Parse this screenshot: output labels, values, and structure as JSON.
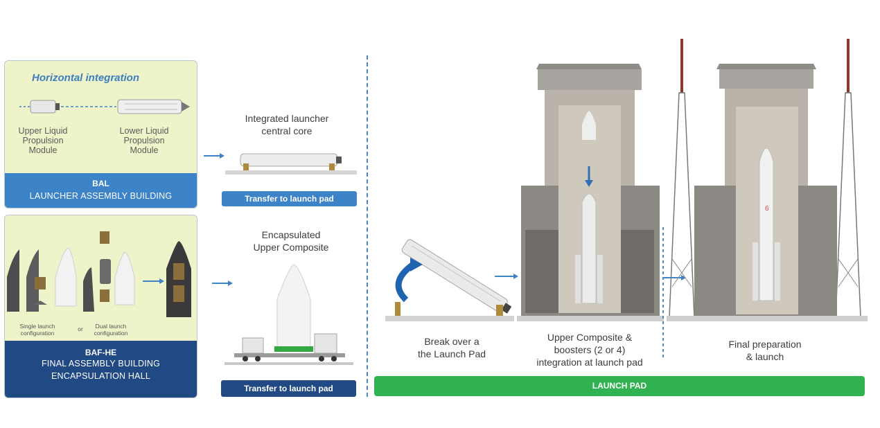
{
  "bal_panel": {
    "heading": "Horizontal integration",
    "upper_label": "Upper Liquid\nPropulsion\nModule",
    "lower_label": "Lower Liquid\nPropulsion\nModule",
    "band_title": "BAL",
    "band_subtitle": "LAUNCHER ASSEMBLY BUILDING"
  },
  "baf_panel": {
    "single_label": "Single launch\nconfiguration",
    "or_label": "or",
    "dual_label": "Dual launch\nconfiguration",
    "band_title": "BAF-HE",
    "band_line1": "FINAL ASSEMBLY BUILDING",
    "band_line2": "ENCAPSULATION HALL"
  },
  "transfer_column": {
    "core_caption": "Integrated launcher\ncentral core",
    "core_button": "Transfer to launch pad",
    "upper_caption": "Encapsulated\nUpper Composite",
    "upper_button": "Transfer to launch pad"
  },
  "launch_pad": {
    "step1": "Break over a\nthe Launch Pad",
    "step2": "Upper Composite  &\nboosters (2 or 4)\nintegration at launch pad",
    "step3": "Final preparation\n& launch",
    "bar_label": "LAUNCH PAD"
  },
  "colors": {
    "accent_blue": "#3c83c8",
    "navy": "#214a84",
    "green": "#2fb24f",
    "panel_bg": "#eef3c9"
  }
}
